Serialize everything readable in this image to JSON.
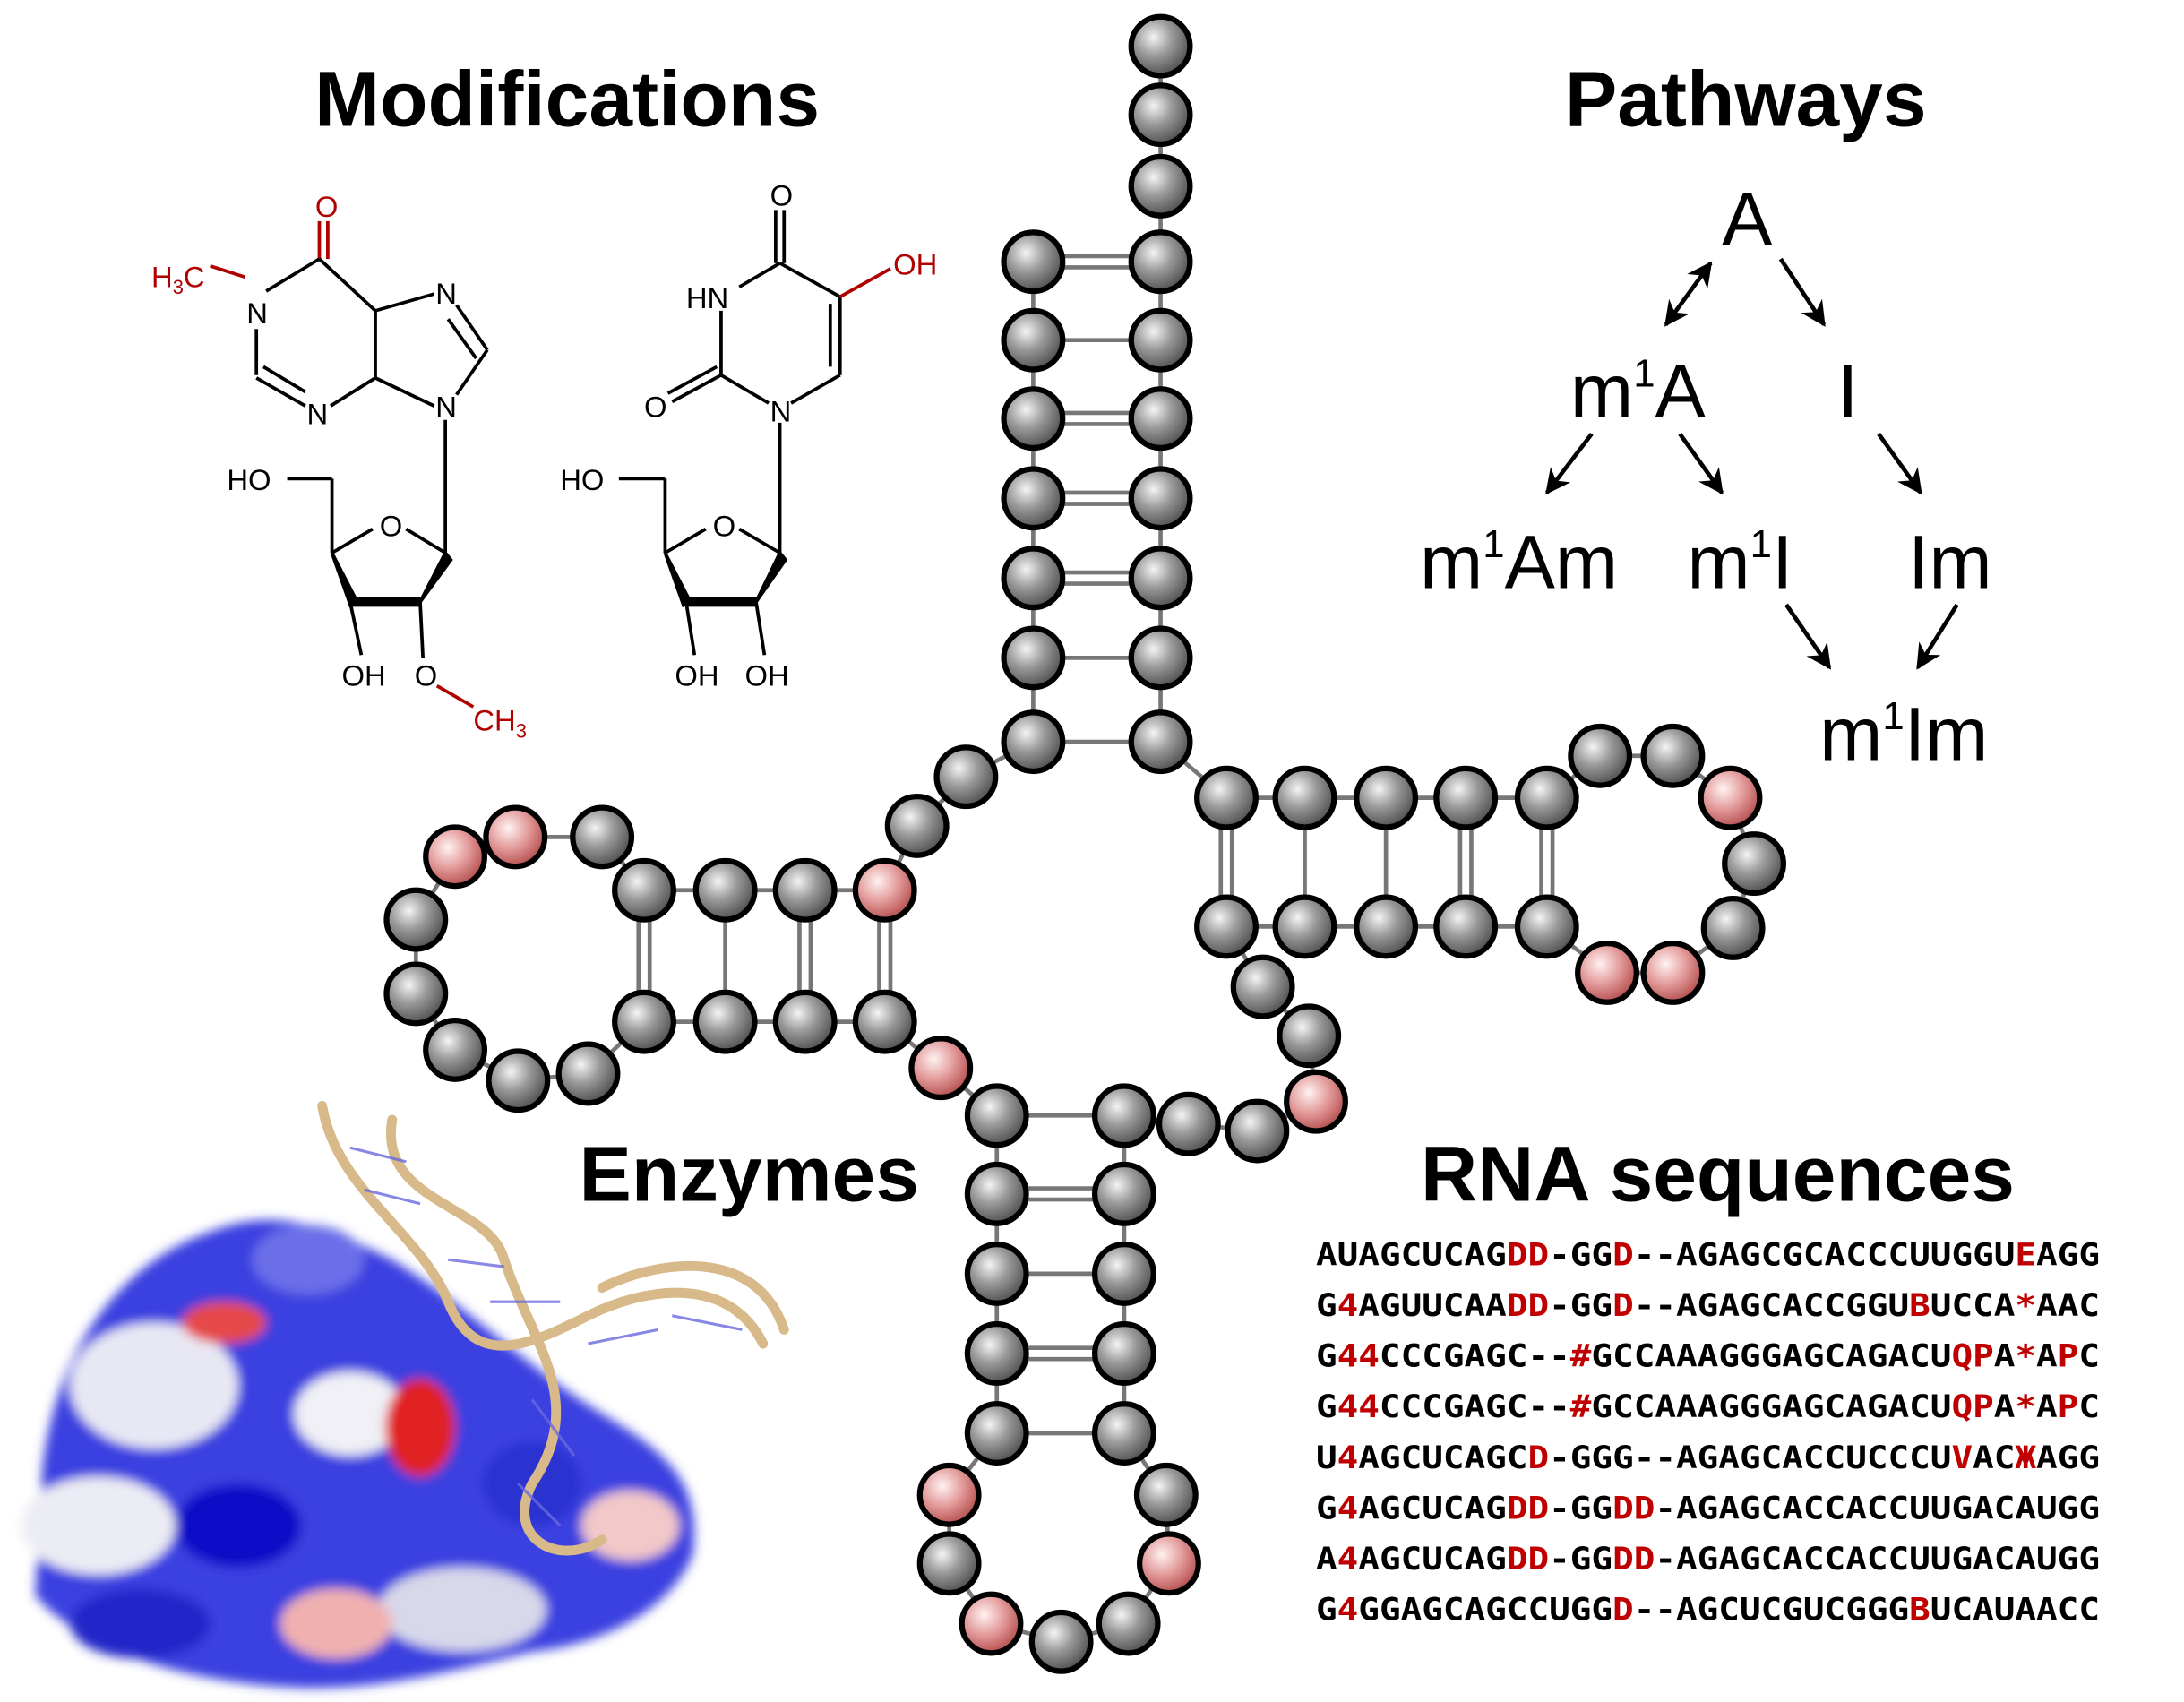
{
  "titles": {
    "modifications": "Modifications",
    "pathways": "Pathways",
    "enzymes": "Enzymes",
    "rna_sequences": "RNA sequences"
  },
  "molecule_1": {
    "methyl_n": "H",
    "methyl_n_sub": "3",
    "methyl_n_c": "C",
    "o6": "O",
    "n1": "N",
    "n3": "N",
    "n7": "N",
    "n9": "N",
    "ho5": "HO",
    "ring_o": "O",
    "oh3": "OH",
    "o2": "O",
    "ch3": "CH",
    "ch3_sub": "3"
  },
  "molecule_2": {
    "o4": "O",
    "hn3": "HN",
    "oh5": "OH",
    "o2": "O",
    "n1": "N",
    "ho5": "HO",
    "ring_o": "O",
    "oh3": "OH",
    "oh2": "OH"
  },
  "pathways": {
    "nodes": [
      {
        "id": "A",
        "base": "A",
        "sup": ""
      },
      {
        "id": "m1A",
        "base": "m",
        "sup": "1",
        "rest": "A"
      },
      {
        "id": "I",
        "base": "I",
        "sup": ""
      },
      {
        "id": "m1Am",
        "base": "m",
        "sup": "1",
        "rest": "Am"
      },
      {
        "id": "m1I",
        "base": "m",
        "sup": "1",
        "rest": "I"
      },
      {
        "id": "Im",
        "base": "Im",
        "sup": ""
      },
      {
        "id": "m1Im",
        "base": "m",
        "sup": "1",
        "rest": "Im"
      }
    ],
    "edges": [
      {
        "from": "A",
        "to": "m1A",
        "bidirectional": true
      },
      {
        "from": "A",
        "to": "I"
      },
      {
        "from": "m1A",
        "to": "m1Am"
      },
      {
        "from": "m1A",
        "to": "m1I"
      },
      {
        "from": "I",
        "to": "Im"
      },
      {
        "from": "m1I",
        "to": "m1Im"
      },
      {
        "from": "Im",
        "to": "m1Im"
      }
    ]
  },
  "sequences": [
    [
      {
        "t": "AUAGCUCAG"
      },
      {
        "t": "DD",
        "m": true
      },
      {
        "t": "-GG"
      },
      {
        "t": "D",
        "m": true
      },
      {
        "t": "--AGAGCGCACCCUUGGU"
      },
      {
        "t": "E",
        "m": true
      },
      {
        "t": "AGG"
      }
    ],
    [
      {
        "t": "G"
      },
      {
        "t": "4",
        "m": true
      },
      {
        "t": "AGUUCAA"
      },
      {
        "t": "DD",
        "m": true
      },
      {
        "t": "-GG"
      },
      {
        "t": "D",
        "m": true
      },
      {
        "t": "--AGAGCACCGGU"
      },
      {
        "t": "B",
        "m": true
      },
      {
        "t": "UCCA"
      },
      {
        "t": "*",
        "m": true
      },
      {
        "t": "AAC"
      }
    ],
    [
      {
        "t": "G"
      },
      {
        "t": "44",
        "m": true
      },
      {
        "t": "CCCGAGC--"
      },
      {
        "t": "#",
        "m": true
      },
      {
        "t": "GCCAAAGGGAGCAGACU"
      },
      {
        "t": "QP",
        "m": true
      },
      {
        "t": "A"
      },
      {
        "t": "*",
        "m": true
      },
      {
        "t": "A"
      },
      {
        "t": "P",
        "m": true
      },
      {
        "t": "C"
      }
    ],
    [
      {
        "t": "G"
      },
      {
        "t": "44",
        "m": true
      },
      {
        "t": "CCCGAGC--"
      },
      {
        "t": "#",
        "m": true
      },
      {
        "t": "GCCAAAGGGAGCAGACU"
      },
      {
        "t": "QP",
        "m": true
      },
      {
        "t": "A"
      },
      {
        "t": "*",
        "m": true
      },
      {
        "t": "A"
      },
      {
        "t": "P",
        "m": true
      },
      {
        "t": "C"
      }
    ],
    [
      {
        "t": "U"
      },
      {
        "t": "4",
        "m": true
      },
      {
        "t": "AGCUCAGC"
      },
      {
        "t": "D",
        "m": true
      },
      {
        "t": "-GGG--AGAGCACCUCCCU"
      },
      {
        "t": "V",
        "m": true
      },
      {
        "t": "AC"
      },
      {
        "t": "Ж",
        "m": true
      },
      {
        "t": "AGG"
      }
    ],
    [
      {
        "t": "G"
      },
      {
        "t": "4",
        "m": true
      },
      {
        "t": "AGCUCAG"
      },
      {
        "t": "DD",
        "m": true
      },
      {
        "t": "-GG"
      },
      {
        "t": "DD",
        "m": true
      },
      {
        "t": "-AGAGCACCACCUUGACAUGG"
      }
    ],
    [
      {
        "t": "A"
      },
      {
        "t": "4",
        "m": true
      },
      {
        "t": "AGCUCAG"
      },
      {
        "t": "DD",
        "m": true
      },
      {
        "t": "-GG"
      },
      {
        "t": "DD",
        "m": true
      },
      {
        "t": "-AGAGCACCACCUUGACAUGG"
      }
    ],
    [
      {
        "t": "G"
      },
      {
        "t": "4",
        "m": true
      },
      {
        "t": "GGAGCAGCCUGG"
      },
      {
        "t": "D",
        "m": true
      },
      {
        "t": "--AGCUCGUCGGG"
      },
      {
        "t": "B",
        "m": true
      },
      {
        "t": "UCAUAACC"
      }
    ]
  ],
  "colors": {
    "modification_red": "#b00000",
    "nucleotide_grey": "#8a8a8a",
    "modified_nucleotide": "#e39a9a",
    "ribbon_tan": "#d8b98a",
    "surface_blue": "#1a22d8",
    "surface_red": "#e02020"
  }
}
